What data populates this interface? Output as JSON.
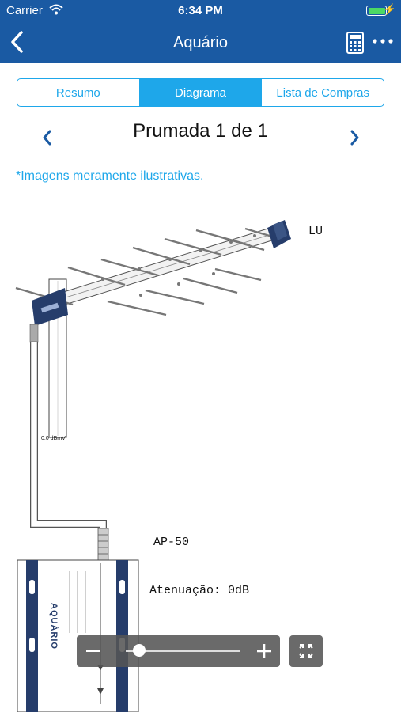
{
  "status_bar": {
    "carrier": "Carrier",
    "time": "6:34 PM"
  },
  "nav": {
    "title": "Aquário"
  },
  "tabs": [
    {
      "label": "Resumo",
      "active": false
    },
    {
      "label": "Diagrama",
      "active": true
    },
    {
      "label": "Lista de Compras",
      "active": false
    }
  ],
  "pager": {
    "title": "Prumada 1 de 1"
  },
  "disclaimer": "*Imagens meramente ilustrativas.",
  "diagram": {
    "antenna_label": "LU",
    "signal_label": "0.0 dBmV",
    "amplifier_label": "AP-50",
    "attenuation_label": "Atenuação: 0dB",
    "device_brand": "AQUÁRIO"
  },
  "zoom": {
    "level": 0.12
  },
  "colors": {
    "nav_bg": "#1a5aa3",
    "accent": "#1ea7ea",
    "cable_blue": "#263d6b"
  }
}
